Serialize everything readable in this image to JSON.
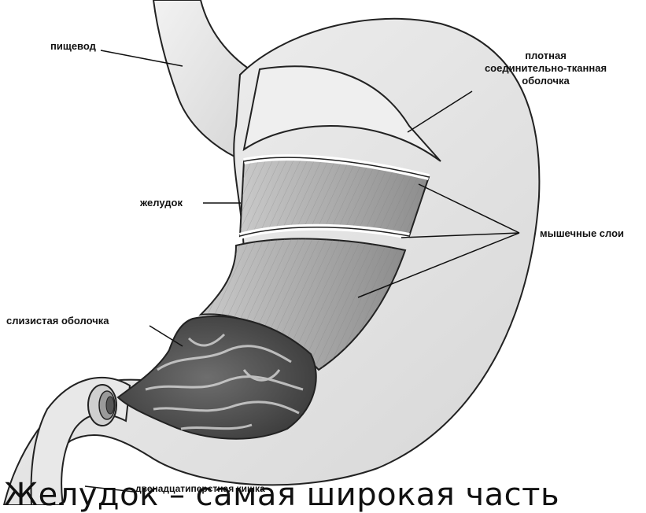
{
  "labels": {
    "esophagus": "пищевод",
    "serosa_line1": "плотная",
    "serosa_line2": "соединительно-тканная",
    "serosa_line3": "оболочка",
    "stomach": "желудок",
    "muscle_layers": "мышечные слои",
    "mucosa": "слизистая оболочка",
    "duodenum": "двенадцатиперстная кишка"
  },
  "caption": "Желудок – самая широкая часть"
}
